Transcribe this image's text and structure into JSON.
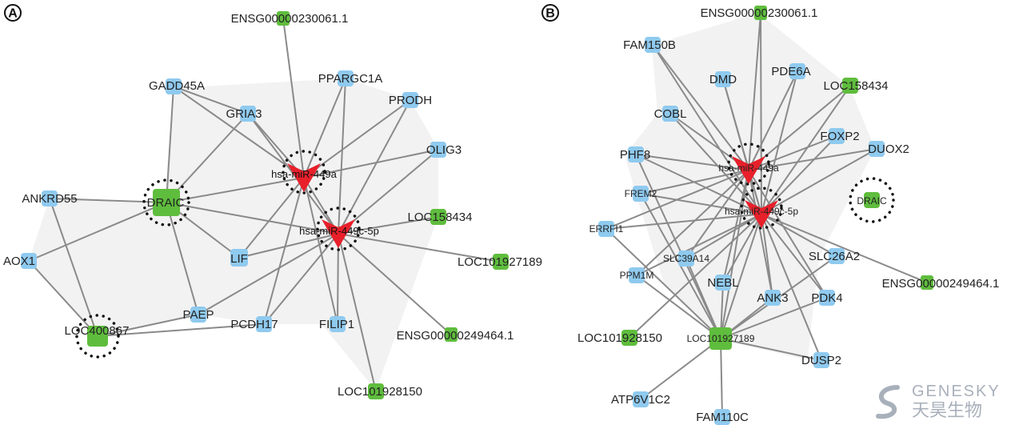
{
  "colors": {
    "gene": "#8fcaef",
    "lnc": "#5fbd3d",
    "mirna": "#e8202a",
    "edge": "#8a8a8a",
    "region": "#f2f2f2",
    "watermark": "#9aa3b0"
  },
  "icons": {
    "mirna": "v-arrowhead",
    "gene": "rounded-square",
    "lnc": "rounded-square",
    "highlight": "dotted-circle"
  },
  "panels": [
    {
      "letter": "A",
      "nodes": [
        {
          "label": "ENSG00000230061.1",
          "type": "lnc",
          "icon": "rounded-square"
        },
        {
          "label": "GADD45A",
          "type": "gene",
          "icon": "rounded-square"
        },
        {
          "label": "PPARGC1A",
          "type": "gene",
          "icon": "rounded-square"
        },
        {
          "label": "PRODH",
          "type": "gene",
          "icon": "rounded-square"
        },
        {
          "label": "GRIA3",
          "type": "gene",
          "icon": "rounded-square"
        },
        {
          "label": "OLIG3",
          "type": "gene",
          "icon": "rounded-square"
        },
        {
          "label": "hsa-miR-449a",
          "type": "mirna",
          "icon": "v-arrowhead",
          "highlight": true
        },
        {
          "label": "ANKRD55",
          "type": "gene",
          "icon": "rounded-square"
        },
        {
          "label": "DRAIC",
          "type": "lnc",
          "icon": "rounded-square",
          "highlight": true
        },
        {
          "label": "LOC158434",
          "type": "lnc",
          "icon": "rounded-square"
        },
        {
          "label": "hsa-miR-449c-5p",
          "type": "mirna",
          "icon": "v-arrowhead",
          "highlight": true
        },
        {
          "label": "AOX1",
          "type": "gene",
          "icon": "rounded-square"
        },
        {
          "label": "LIF",
          "type": "gene",
          "icon": "rounded-square"
        },
        {
          "label": "LOC101927189",
          "type": "lnc",
          "icon": "rounded-square"
        },
        {
          "label": "PAEP",
          "type": "gene",
          "icon": "rounded-square"
        },
        {
          "label": "LOC400867",
          "type": "lnc",
          "icon": "rounded-square",
          "highlight": true
        },
        {
          "label": "PCDH17",
          "type": "gene",
          "icon": "rounded-square"
        },
        {
          "label": "FILIP1",
          "type": "gene",
          "icon": "rounded-square"
        },
        {
          "label": "ENSG00000249464.1",
          "type": "lnc",
          "icon": "rounded-square"
        },
        {
          "label": "LOC101928150",
          "type": "lnc",
          "icon": "rounded-square"
        }
      ],
      "edges": [
        [
          "hsa-miR-449a",
          "ENSG00000230061.1"
        ],
        [
          "hsa-miR-449a",
          "GRIA3"
        ],
        [
          "hsa-miR-449a",
          "GADD45A"
        ],
        [
          "hsa-miR-449a",
          "PPARGC1A"
        ],
        [
          "hsa-miR-449a",
          "PRODH"
        ],
        [
          "hsa-miR-449a",
          "OLIG3"
        ],
        [
          "hsa-miR-449a",
          "DRAIC"
        ],
        [
          "hsa-miR-449a",
          "LIF"
        ],
        [
          "hsa-miR-449a",
          "PCDH17"
        ],
        [
          "hsa-miR-449a",
          "FILIP1"
        ],
        [
          "hsa-miR-449a",
          "hsa-miR-449c-5p"
        ],
        [
          "hsa-miR-449c-5p",
          "PPARGC1A"
        ],
        [
          "hsa-miR-449c-5p",
          "PRODH"
        ],
        [
          "hsa-miR-449c-5p",
          "OLIG3"
        ],
        [
          "hsa-miR-449c-5p",
          "GRIA3"
        ],
        [
          "hsa-miR-449c-5p",
          "LOC158434"
        ],
        [
          "hsa-miR-449c-5p",
          "LOC101927189"
        ],
        [
          "hsa-miR-449c-5p",
          "ENSG00000249464.1"
        ],
        [
          "hsa-miR-449c-5p",
          "LOC101928150"
        ],
        [
          "hsa-miR-449c-5p",
          "FILIP1"
        ],
        [
          "hsa-miR-449c-5p",
          "PCDH17"
        ],
        [
          "hsa-miR-449c-5p",
          "LIF"
        ],
        [
          "hsa-miR-449c-5p",
          "DRAIC"
        ],
        [
          "hsa-miR-449c-5p",
          "PAEP"
        ],
        [
          "DRAIC",
          "GADD45A"
        ],
        [
          "DRAIC",
          "GRIA3"
        ],
        [
          "DRAIC",
          "ANKRD55"
        ],
        [
          "DRAIC",
          "AOX1"
        ],
        [
          "DRAIC",
          "LIF"
        ],
        [
          "DRAIC",
          "PAEP"
        ],
        [
          "LOC400867",
          "AOX1"
        ],
        [
          "LOC400867",
          "ANKRD55"
        ],
        [
          "LOC400867",
          "PAEP"
        ],
        [
          "LOC400867",
          "PCDH17"
        ],
        [
          "GADD45A",
          "GRIA3"
        ]
      ]
    },
    {
      "letter": "B",
      "nodes": [
        {
          "label": "ENSG00000230061.1",
          "type": "lnc",
          "icon": "rounded-square"
        },
        {
          "label": "FAM150B",
          "type": "gene",
          "icon": "rounded-square"
        },
        {
          "label": "DMD",
          "type": "gene",
          "icon": "rounded-square"
        },
        {
          "label": "PDE6A",
          "type": "gene",
          "icon": "rounded-square"
        },
        {
          "label": "LOC158434",
          "type": "lnc",
          "icon": "rounded-square"
        },
        {
          "label": "COBL",
          "type": "gene",
          "icon": "rounded-square"
        },
        {
          "label": "FOXP2",
          "type": "gene",
          "icon": "rounded-square"
        },
        {
          "label": "PHF8",
          "type": "gene",
          "icon": "rounded-square"
        },
        {
          "label": "DUOX2",
          "type": "gene",
          "icon": "rounded-square"
        },
        {
          "label": "hsa-miR-449a",
          "type": "mirna",
          "icon": "v-arrowhead",
          "highlight": true
        },
        {
          "label": "FREM2",
          "type": "gene",
          "icon": "rounded-square"
        },
        {
          "label": "DRAIC",
          "type": "lnc",
          "icon": "rounded-square",
          "highlight": true
        },
        {
          "label": "hsa-miR-449c-5p",
          "type": "mirna",
          "icon": "v-arrowhead",
          "highlight": true
        },
        {
          "label": "ERRFI1",
          "type": "gene",
          "icon": "rounded-square"
        },
        {
          "label": "SLC39A14",
          "type": "gene",
          "icon": "rounded-square"
        },
        {
          "label": "SLC26A2",
          "type": "gene",
          "icon": "rounded-square"
        },
        {
          "label": "PPM1M",
          "type": "gene",
          "icon": "rounded-square"
        },
        {
          "label": "NEBL",
          "type": "gene",
          "icon": "rounded-square"
        },
        {
          "label": "ENSG00000249464.1",
          "type": "lnc",
          "icon": "rounded-square"
        },
        {
          "label": "ANK3",
          "type": "gene",
          "icon": "rounded-square"
        },
        {
          "label": "PDK4",
          "type": "gene",
          "icon": "rounded-square"
        },
        {
          "label": "LOC101928150",
          "type": "lnc",
          "icon": "rounded-square"
        },
        {
          "label": "LOC101927189",
          "type": "lnc",
          "icon": "rounded-square"
        },
        {
          "label": "DUSP2",
          "type": "gene",
          "icon": "rounded-square"
        },
        {
          "label": "ATP6V1C2",
          "type": "gene",
          "icon": "rounded-square"
        },
        {
          "label": "FAM110C",
          "type": "gene",
          "icon": "rounded-square"
        }
      ],
      "edges": [
        [
          "hsa-miR-449a",
          "ENSG00000230061.1"
        ],
        [
          "hsa-miR-449a",
          "FAM150B"
        ],
        [
          "hsa-miR-449a",
          "DMD"
        ],
        [
          "hsa-miR-449a",
          "PDE6A"
        ],
        [
          "hsa-miR-449a",
          "LOC158434"
        ],
        [
          "hsa-miR-449a",
          "COBL"
        ],
        [
          "hsa-miR-449a",
          "FOXP2"
        ],
        [
          "hsa-miR-449a",
          "PHF8"
        ],
        [
          "hsa-miR-449a",
          "DUOX2"
        ],
        [
          "hsa-miR-449a",
          "FREM2"
        ],
        [
          "hsa-miR-449a",
          "ERRFI1"
        ],
        [
          "hsa-miR-449a",
          "SLC39A14"
        ],
        [
          "hsa-miR-449a",
          "PPM1M"
        ],
        [
          "hsa-miR-449a",
          "NEBL"
        ],
        [
          "hsa-miR-449a",
          "ANK3"
        ],
        [
          "hsa-miR-449a",
          "PDK4"
        ],
        [
          "hsa-miR-449a",
          "hsa-miR-449c-5p"
        ],
        [
          "hsa-miR-449a",
          "LOC101927189"
        ],
        [
          "hsa-miR-449c-5p",
          "ENSG00000230061.1"
        ],
        [
          "hsa-miR-449c-5p",
          "FAM150B"
        ],
        [
          "hsa-miR-449c-5p",
          "DMD"
        ],
        [
          "hsa-miR-449c-5p",
          "PDE6A"
        ],
        [
          "hsa-miR-449c-5p",
          "LOC158434"
        ],
        [
          "hsa-miR-449c-5p",
          "COBL"
        ],
        [
          "hsa-miR-449c-5p",
          "FOXP2"
        ],
        [
          "hsa-miR-449c-5p",
          "PHF8"
        ],
        [
          "hsa-miR-449c-5p",
          "DUOX2"
        ],
        [
          "hsa-miR-449c-5p",
          "FREM2"
        ],
        [
          "hsa-miR-449c-5p",
          "ERRFI1"
        ],
        [
          "hsa-miR-449c-5p",
          "SLC39A14"
        ],
        [
          "hsa-miR-449c-5p",
          "SLC26A2"
        ],
        [
          "hsa-miR-449c-5p",
          "PPM1M"
        ],
        [
          "hsa-miR-449c-5p",
          "NEBL"
        ],
        [
          "hsa-miR-449c-5p",
          "ENSG00000249464.1"
        ],
        [
          "hsa-miR-449c-5p",
          "ANK3"
        ],
        [
          "hsa-miR-449c-5p",
          "PDK4"
        ],
        [
          "hsa-miR-449c-5p",
          "LOC101928150"
        ],
        [
          "hsa-miR-449c-5p",
          "LOC101927189"
        ],
        [
          "hsa-miR-449c-5p",
          "DUSP2"
        ],
        [
          "LOC101927189",
          "FREM2"
        ],
        [
          "LOC101927189",
          "ERRFI1"
        ],
        [
          "LOC101927189",
          "SLC39A14"
        ],
        [
          "LOC101927189",
          "PPM1M"
        ],
        [
          "LOC101927189",
          "NEBL"
        ],
        [
          "LOC101927189",
          "ANK3"
        ],
        [
          "LOC101927189",
          "PDK4"
        ],
        [
          "LOC101927189",
          "DUSP2"
        ],
        [
          "LOC101927189",
          "ATP6V1C2"
        ],
        [
          "LOC101927189",
          "FAM110C"
        ],
        [
          "LOC101927189",
          "SLC26A2"
        ],
        [
          "LOC101927189",
          "PHF8"
        ]
      ]
    }
  ],
  "watermark": {
    "brand": "GENESKY",
    "chinese": "天昊生物"
  }
}
